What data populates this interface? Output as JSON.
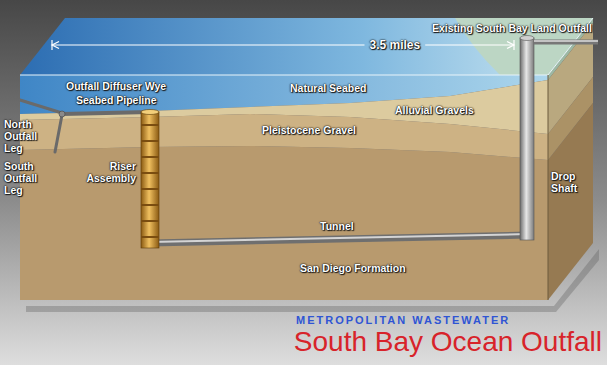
{
  "diagram": {
    "title": "South Bay Ocean Outfall",
    "labels": [
      "3.5 miles",
      "Existing South Bay Land Outfall",
      "North Outfall Leg",
      "Outfall Diffuser Wye",
      "Seabed Pipeline",
      "Natural Seabed",
      "Alluvial Gravels",
      "Pleistocene Gravel",
      "Drop Shaft",
      "South Outfall Leg",
      "Riser Assembly",
      "Tunnel",
      "San Diego Formation",
      "METROPOLITAN WASTEWATER"
    ]
  }
}
